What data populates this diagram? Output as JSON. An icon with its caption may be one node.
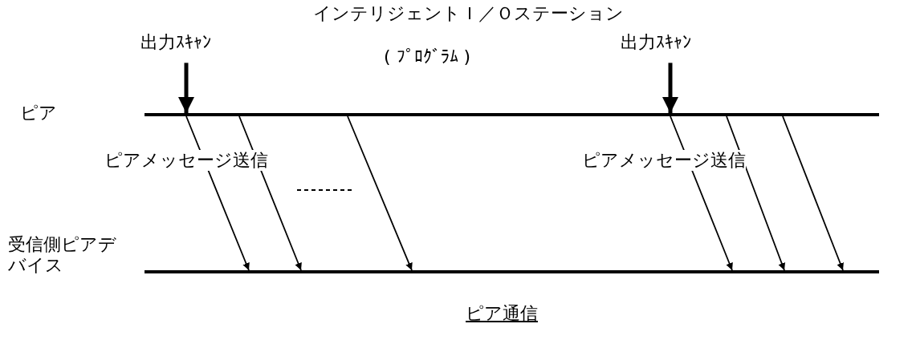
{
  "diagram": {
    "title": "インテリジェントＩ／Ｏステーション",
    "nodes": [
      {
        "text": [
          "出力ｽｷｬﾝ"
        ]
      },
      {
        "text": [
          "出力ｽｷｬﾝ"
        ]
      },
      {
        "text": [],
        "shape": "bar"
      },
      {
        "text": [],
        "shape": "bar"
      }
    ],
    "edges": [
      {
        "from": 0,
        "to": 2,
        "arrow": "to",
        "style": "thick"
      },
      {
        "from": 1,
        "to": 2,
        "arrow": "to",
        "style": "thick"
      },
      {
        "from": 2,
        "to": 3,
        "arrow": "to"
      },
      {
        "from": 2,
        "to": 3,
        "arrow": "to"
      },
      {
        "from": 2,
        "to": 3,
        "arrow": "to"
      },
      {
        "from": 2,
        "to": 3,
        "arrow": "to"
      },
      {
        "from": 2,
        "to": 3,
        "arrow": "to"
      },
      {
        "from": 2,
        "to": 3,
        "arrow": "to"
      }
    ],
    "labels": [
      "( ﾌﾟﾛｸﾞﾗﾑ )",
      "ピア",
      "ピアメッセージ送信",
      "ピアメッセージ送信",
      "受信側ピアデバイス"
    ],
    "caption": "ピア通信"
  }
}
